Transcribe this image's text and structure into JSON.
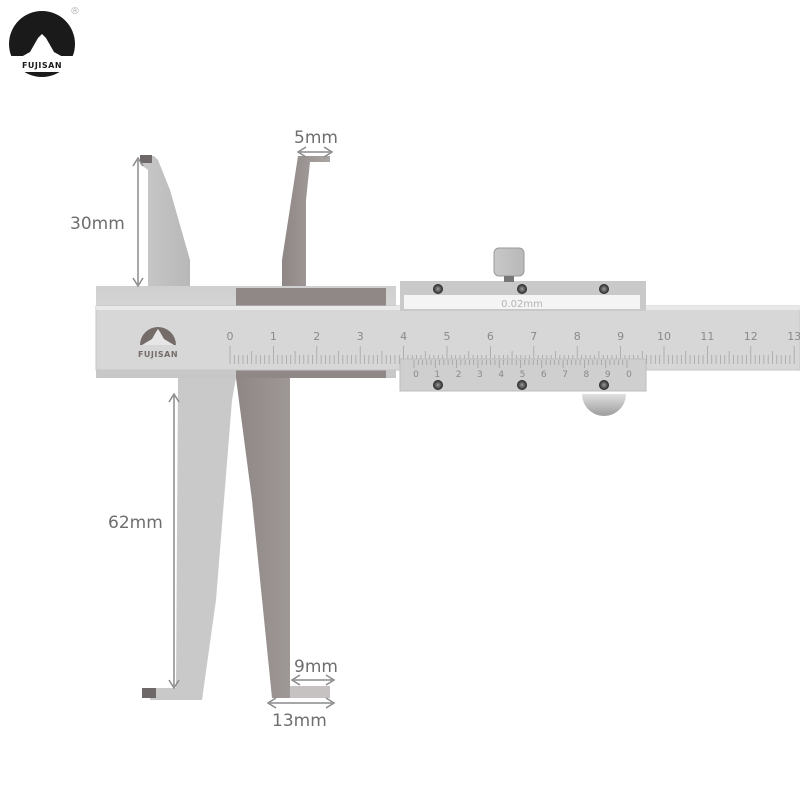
{
  "logo": {
    "brand_text": "FUJISAN",
    "registered_mark": "®",
    "icon": "mount-fuji-icon"
  },
  "caliper": {
    "product": "Inside groove vernier caliper",
    "resolution_label": "0.02mm",
    "body_brand_text": "FUJISAN",
    "main_scale_labels": [
      "0",
      "1",
      "2",
      "3",
      "4",
      "5",
      "6",
      "7",
      "8",
      "9",
      "10",
      "11",
      "12",
      "13"
    ],
    "vernier_scale_labels": [
      "0",
      "1",
      "2",
      "3",
      "4",
      "5",
      "6",
      "7",
      "8",
      "9",
      "0"
    ]
  },
  "dimensions": {
    "upper_jaw_length": "30mm",
    "upper_jaw_tip_width": "5mm",
    "lower_jaw_length": "62mm",
    "lower_jaw_tip_inner_width": "9mm",
    "lower_jaw_tip_outer_width": "13mm"
  },
  "colors": {
    "background": "#ffffff",
    "steel_light": "#d3d3d3",
    "steel_mid": "#bdbdbd",
    "steel_dark": "#9a9493",
    "annotation": "#8a8a8a",
    "logo_black": "#1a1a1a"
  }
}
